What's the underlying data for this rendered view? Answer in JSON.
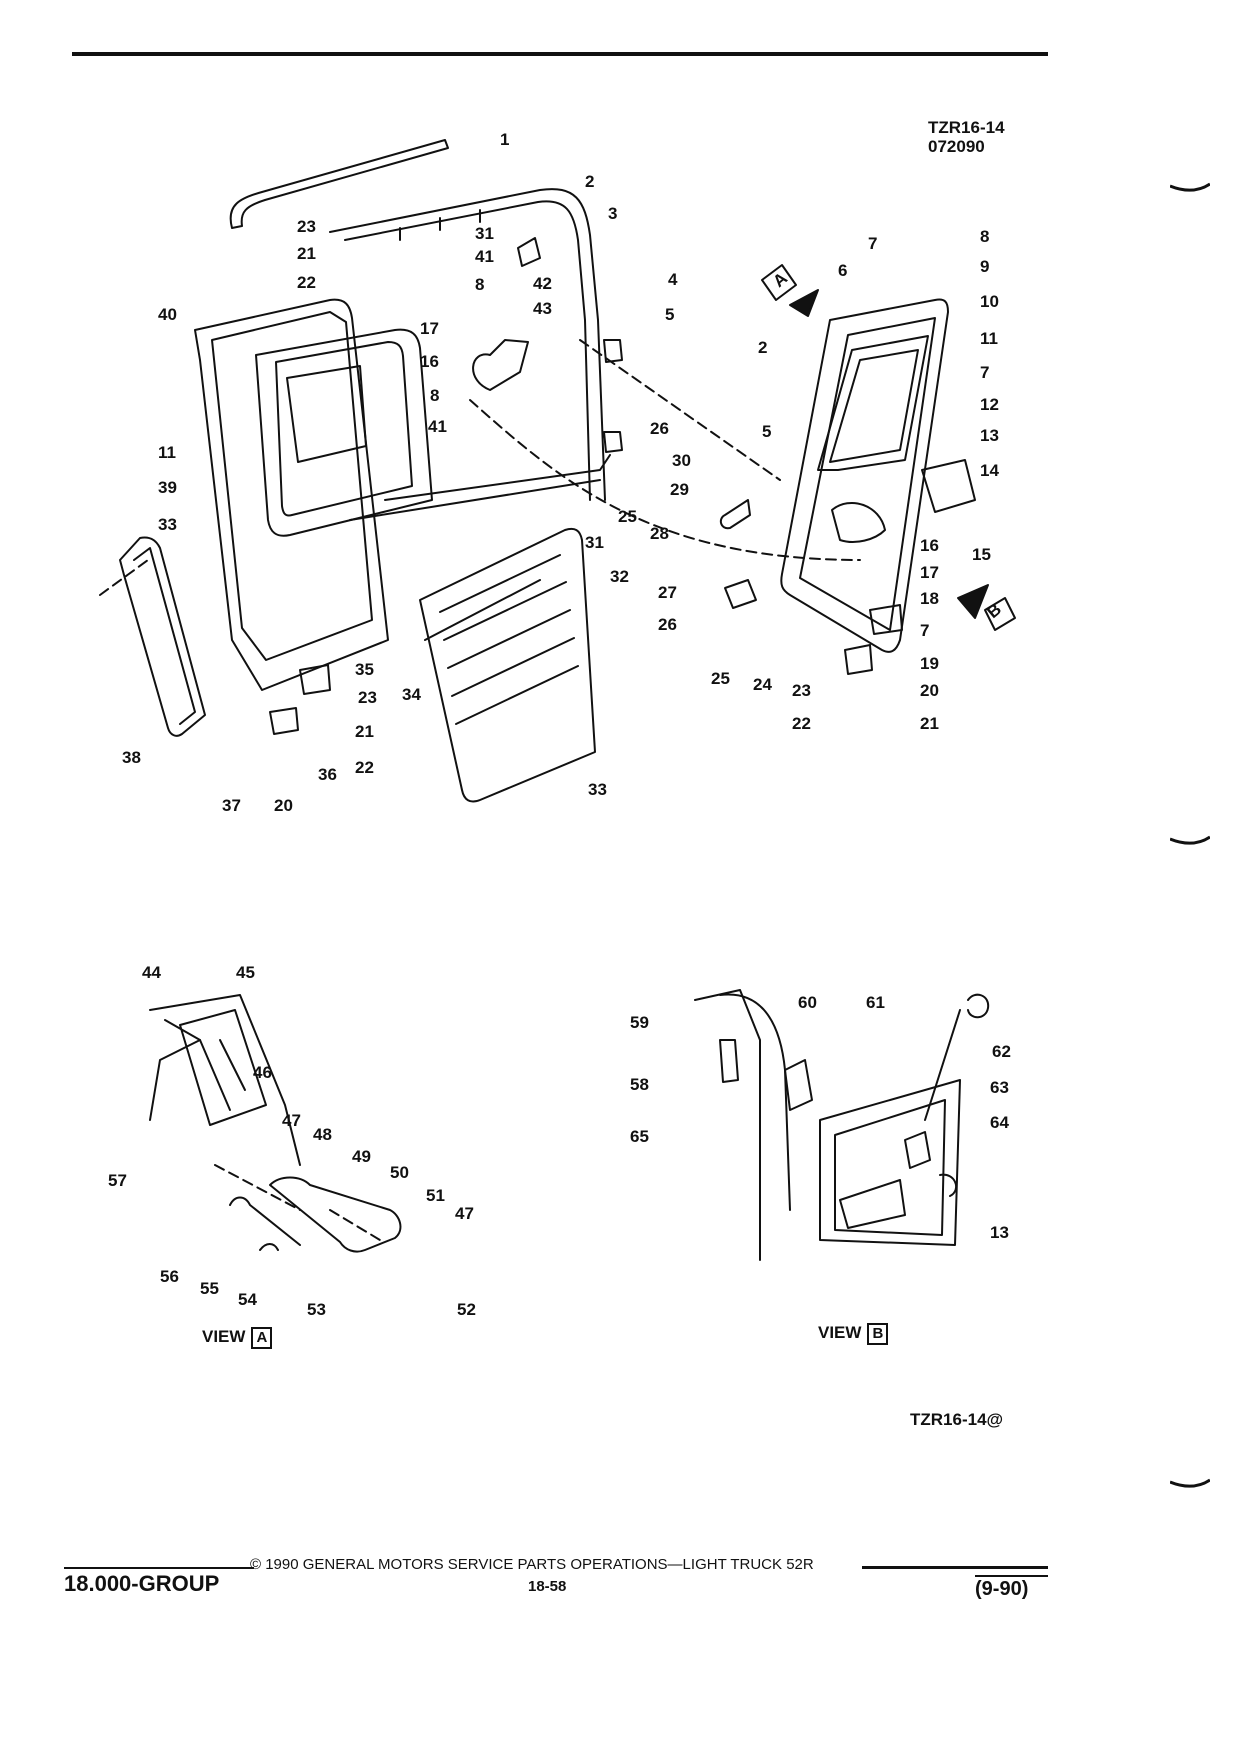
{
  "header": {
    "code": "TZR16-14",
    "date_code": "072090"
  },
  "figure_ref": "TZR16-14@",
  "callouts_main": [
    "1",
    "2",
    "3",
    "4",
    "5",
    "6",
    "7",
    "8",
    "9",
    "10",
    "11",
    "12",
    "13",
    "14",
    "15",
    "16",
    "17",
    "18",
    "19",
    "20",
    "21",
    "22",
    "23",
    "24",
    "25",
    "26",
    "27",
    "28",
    "29",
    "30",
    "31",
    "32",
    "33",
    "34",
    "35",
    "36",
    "37",
    "38",
    "39",
    "40",
    "41",
    "42",
    "43"
  ],
  "markers": {
    "a": "A",
    "b": "B"
  },
  "view_a": {
    "label": "VIEW",
    "box": "A",
    "callouts": [
      "44",
      "45",
      "46",
      "47",
      "48",
      "49",
      "50",
      "51",
      "52",
      "53",
      "54",
      "55",
      "56",
      "57"
    ]
  },
  "view_b": {
    "label": "VIEW",
    "box": "B",
    "callouts": [
      "13",
      "58",
      "59",
      "60",
      "61",
      "62",
      "63",
      "64",
      "65"
    ]
  },
  "footer": {
    "group": "18.000-GROUP",
    "copyright": "© 1990 GENERAL MOTORS SERVICE PARTS OPERATIONS—LIGHT TRUCK 52R",
    "page": "18-58",
    "date": "(9-90)"
  }
}
